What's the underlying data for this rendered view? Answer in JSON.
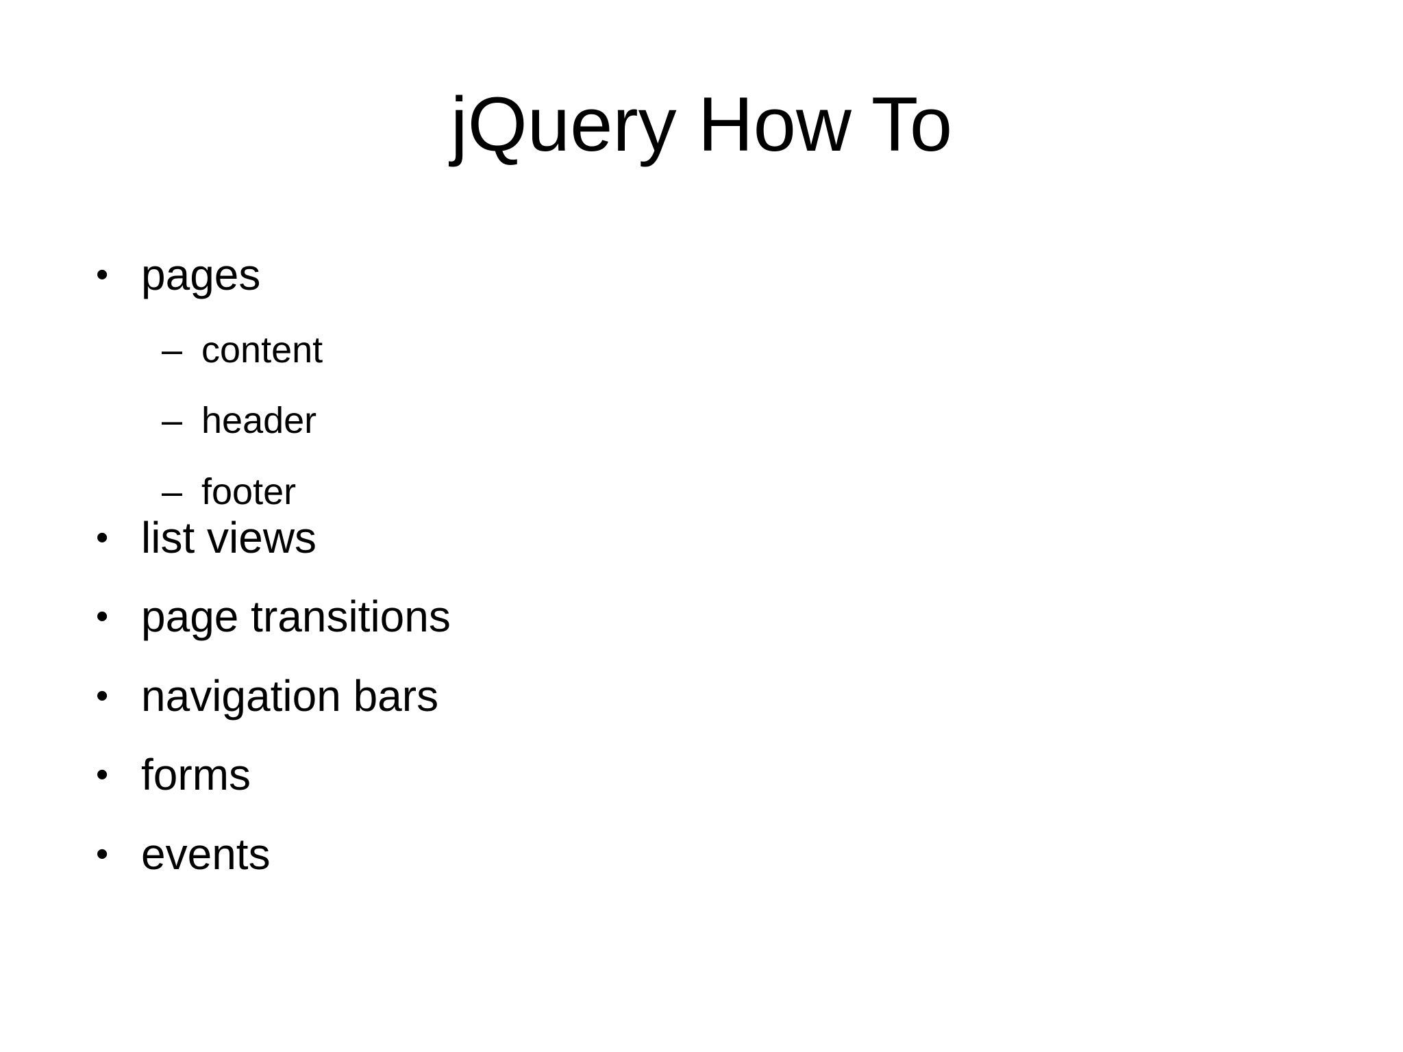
{
  "slide": {
    "title": "jQuery How To",
    "bullet_glyph": "•",
    "sub_bullet_glyph": "–",
    "bullets": [
      {
        "label": "pages",
        "children": [
          "content",
          "header",
          "footer"
        ]
      },
      {
        "label": "list views",
        "children": []
      },
      {
        "label": "page transitions",
        "children": []
      },
      {
        "label": "navigation bars",
        "children": []
      },
      {
        "label": "forms",
        "children": []
      },
      {
        "label": "events",
        "children": []
      }
    ]
  }
}
